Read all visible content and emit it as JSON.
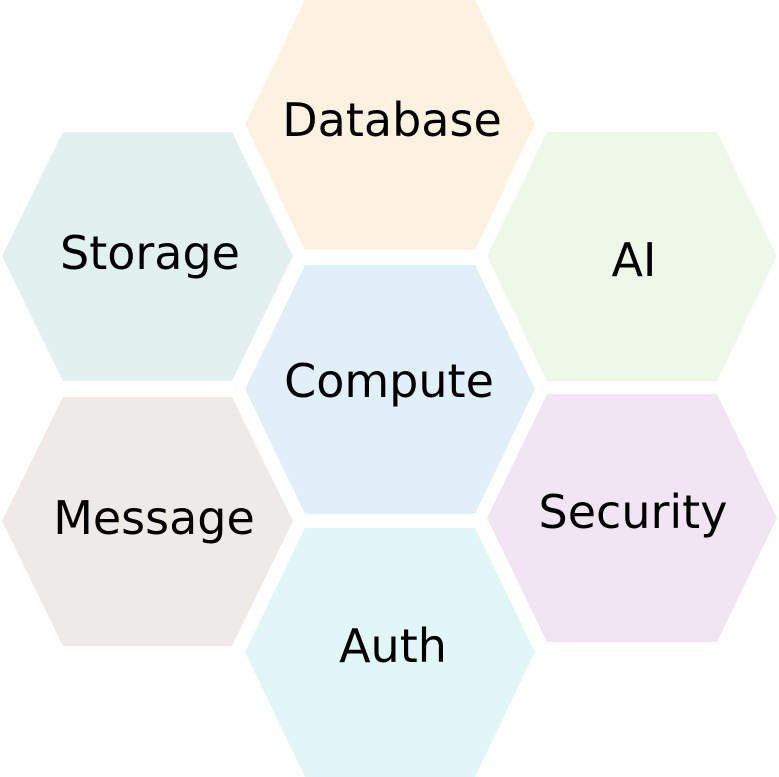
{
  "hexagons": [
    {
      "id": "database",
      "label": "Database",
      "color": "#fdf1e0"
    },
    {
      "id": "storage",
      "label": "Storage",
      "color": "#e2f1f0"
    },
    {
      "id": "ai",
      "label": "AI",
      "color": "#eff7e9"
    },
    {
      "id": "compute",
      "label": "Compute",
      "color": "#e1eff9"
    },
    {
      "id": "message",
      "label": "Message",
      "color": "#eeeae7"
    },
    {
      "id": "security",
      "label": "Security",
      "color": "#f1e4f3"
    },
    {
      "id": "auth",
      "label": "Auth",
      "color": "#e0f6f7"
    }
  ]
}
